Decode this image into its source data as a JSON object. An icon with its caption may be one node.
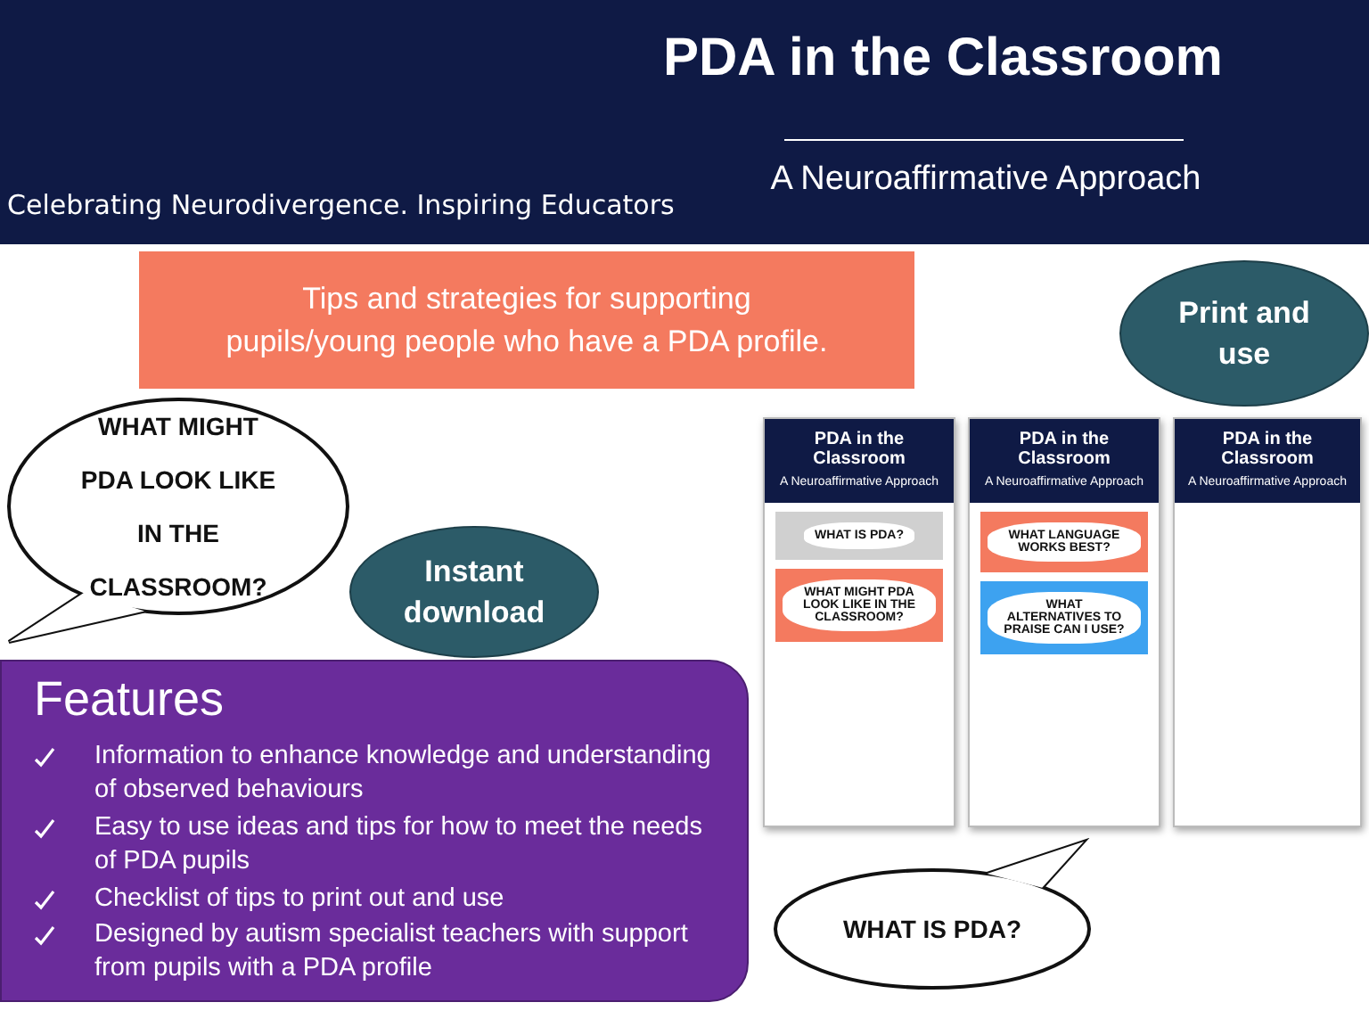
{
  "diagram": {
    "title": "PDA in the Classroom",
    "nodes": [
      {
        "text": [
          "A Neuroaffirmative Approach"
        ]
      },
      {
        "text": [
          "Tips and strategies for supporting pupils/young people who have a PDA profile."
        ]
      },
      {
        "text": [
          "Print and use"
        ]
      },
      {
        "text": [
          "WHAT MIGHT PDA LOOK LIKE IN THE CLASSROOM?"
        ]
      },
      {
        "text": [
          "Instant download"
        ]
      },
      {
        "text": [
          "Features",
          "Information to enhance knowledge and understanding of observed behaviours",
          "Easy to use ideas and tips for how to meet the needs of PDA pupils",
          "Checklist of tips to print out and use",
          "Designed by autism specialist teachers with support from pupils with a PDA profile"
        ]
      },
      {
        "text": [
          "WHAT IS PDA?"
        ]
      },
      {
        "text": [
          "PDA in the Classroom",
          "A Neuroaffirmative Approach",
          "WHAT IS PDA?",
          "WHAT MIGHT PDA LOOK LIKE IN THE CLASSROOM?"
        ]
      },
      {
        "text": [
          "PDA in the Classroom",
          "A Neuroaffirmative Approach",
          "WHAT LANGUAGE WORKS BEST?",
          "WHAT ALTERNATIVES TO PRAISE CAN I USE?"
        ]
      },
      {
        "text": [
          "PDA in the Classroom",
          "A Neuroaffirmative Approach"
        ]
      }
    ],
    "labels": [
      "Celebrating Neurodivergence. Inspiring Educators"
    ]
  }
}
